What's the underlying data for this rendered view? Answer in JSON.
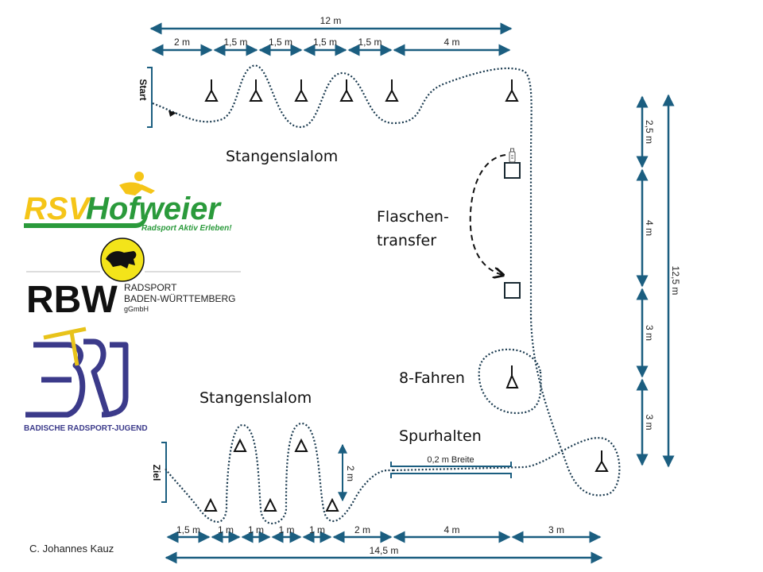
{
  "colors": {
    "dimension": "#1b5e80",
    "path": "#1a3a4f",
    "rsv_yellow": "#f5c518",
    "rsv_green": "#2a9a3b",
    "brj_purple": "#3b3a8a",
    "brj_yellow": "#e8c31a"
  },
  "top_dimensions": {
    "total": "12 m",
    "segments": [
      "2 m",
      "1,5 m",
      "1,5 m",
      "1,5 m",
      "1,5 m",
      "4 m"
    ]
  },
  "bottom_dimensions": {
    "total": "14,5 m",
    "segments": [
      "1,5 m",
      "1 m",
      "1 m",
      "1 m",
      "1 m",
      "2 m",
      "4 m",
      "3 m"
    ]
  },
  "right_dimensions": {
    "total": "12,5 m",
    "segments": [
      "2,5 m",
      "4 m",
      "3 m",
      "3 m"
    ]
  },
  "stations": {
    "start": "Start",
    "finish": "Ziel",
    "slalom_top": "Stangenslalom",
    "slalom_bottom": "Stangenslalom",
    "bottle_transfer_line1": "Flaschen-",
    "bottle_transfer_line2": "transfer",
    "figure_eight": "8-Fahren",
    "lane_keeping": "Spurhalten",
    "lane_width": "0,2 m Breite",
    "slalom_offset": "2 m"
  },
  "logos": {
    "rsv_part1": "RSV",
    "rsv_part2": "Hofweier",
    "rsv_tagline": "Radsport Aktiv Erleben!",
    "rbw_big": "RBW",
    "rbw_line1": "RADSPORT",
    "rbw_line2": "BADEN-WÜRTTEMBERG",
    "rbw_line3": "gGmbH",
    "brj_caption": "BADISCHE RADSPORT-JUGEND"
  },
  "credit": "C. Johannes Kauz"
}
